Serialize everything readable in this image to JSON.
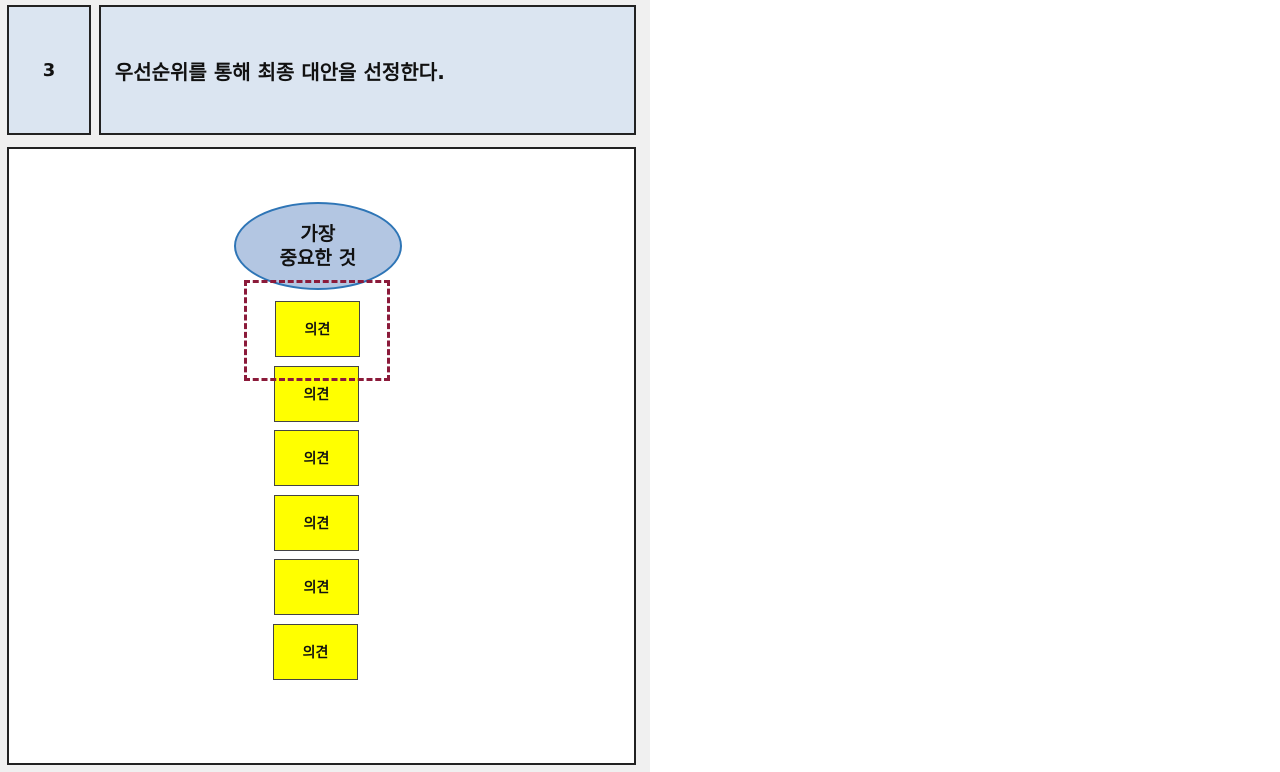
{
  "step": {
    "number": "3",
    "description": "우선순위를 통해 최종 대안을 선정한다."
  },
  "diagram": {
    "ellipse_line1": "가장",
    "ellipse_line2": "중요한 것",
    "opinions": [
      "의견",
      "의견",
      "의견",
      "의견",
      "의견",
      "의견"
    ]
  },
  "colors": {
    "header_fill": "#dbe5f1",
    "ellipse_fill": "#b3c6e2",
    "ellipse_border": "#2e75b6",
    "opinion_fill": "#ffff00",
    "highlight_dash": "#8b1a3a"
  }
}
